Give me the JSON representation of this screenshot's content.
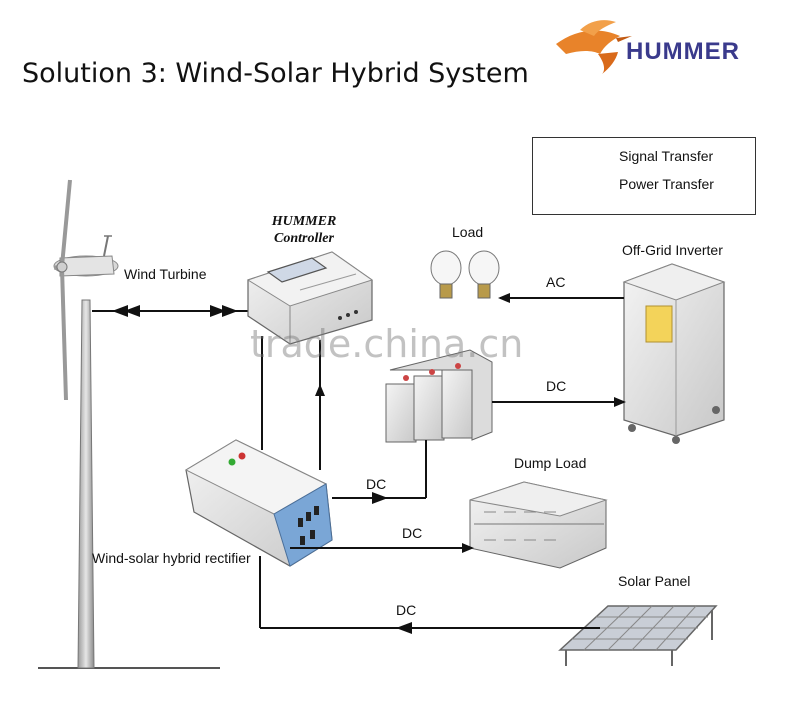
{
  "title": "Solution 3: Wind-Solar Hybrid System",
  "brand": {
    "name": "HUMMER",
    "logo_icon": "hummingbird-logo-icon",
    "colors": {
      "bird": "#e8832a",
      "text": "#3a3a8c"
    }
  },
  "legend": {
    "signal": "Signal Transfer",
    "power": "Power Transfer"
  },
  "components": {
    "wind_turbine": "Wind Turbine",
    "controller_line1": "HUMMER",
    "controller_line2": "Controller",
    "load": "Load",
    "inverter": "Off-Grid Inverter",
    "dump_load": "Dump Load",
    "solar_panel": "Solar Panel",
    "rectifier": "Wind-solar hybrid rectifier"
  },
  "connections": {
    "inverter_to_load": "AC",
    "battery_to_inverter": "DC",
    "rectifier_to_battery": "DC",
    "rectifier_to_dump": "DC",
    "solar_to_rectifier": "DC"
  },
  "watermark": "trade.china.cn"
}
